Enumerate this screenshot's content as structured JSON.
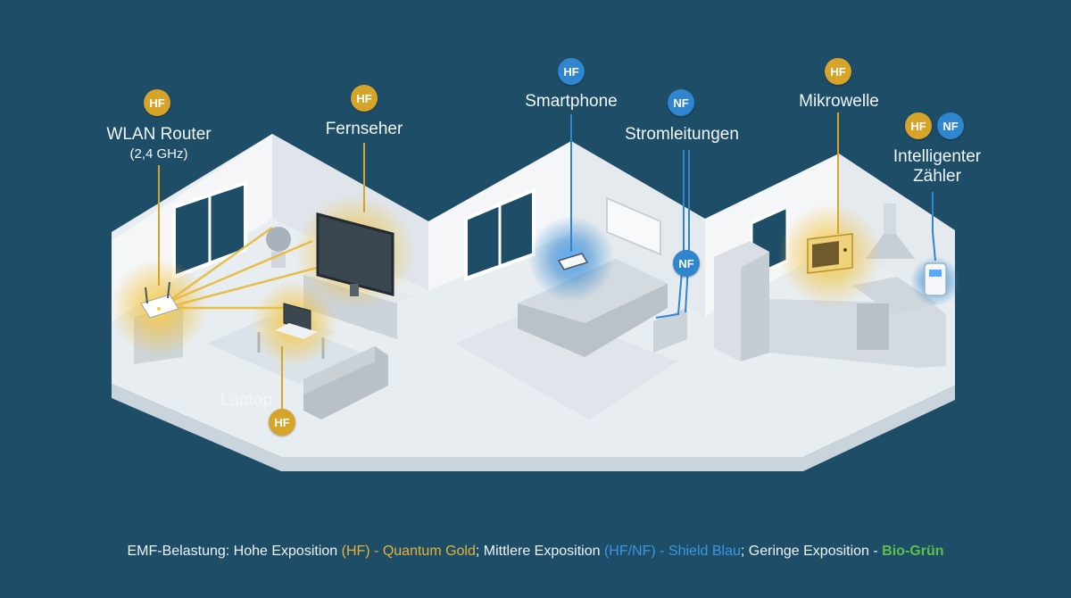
{
  "colors": {
    "background": "#1e4d68",
    "hf_gold": "#d6a428",
    "nf_blue": "#2f86cf",
    "low_green": "#5cc04b"
  },
  "badge_text": {
    "hf": "HF",
    "nf": "NF"
  },
  "devices": {
    "router": {
      "label": "WLAN Router",
      "sublabel": "(2,4 GHz)",
      "badges": [
        "HF"
      ]
    },
    "tv": {
      "label": "Fernseher",
      "badges": [
        "HF"
      ]
    },
    "smartphone": {
      "label": "Smartphone",
      "badges": [
        "HF"
      ]
    },
    "power_lines": {
      "label": "Stromleitungen",
      "badges": [
        "NF",
        "NF"
      ]
    },
    "microwave": {
      "label": "Mikrowelle",
      "badges": [
        "HF"
      ]
    },
    "smart_meter": {
      "label_line1": "Intelligenter",
      "label_line2": "Zähler",
      "badges": [
        "HF",
        "NF"
      ]
    },
    "laptop": {
      "label": "Laptop",
      "badges": [
        "HF"
      ]
    }
  },
  "legend": {
    "prefix": "EMF-Belastung: Hohe Exposition ",
    "high_code": "(HF) - Quantum Gold",
    "sep1": "; Mittlere Exposition ",
    "medium_code": "(HF/NF) - Shield Blau",
    "sep2": "; Geringe Exposition - ",
    "low_name": "Bio-Grün"
  }
}
